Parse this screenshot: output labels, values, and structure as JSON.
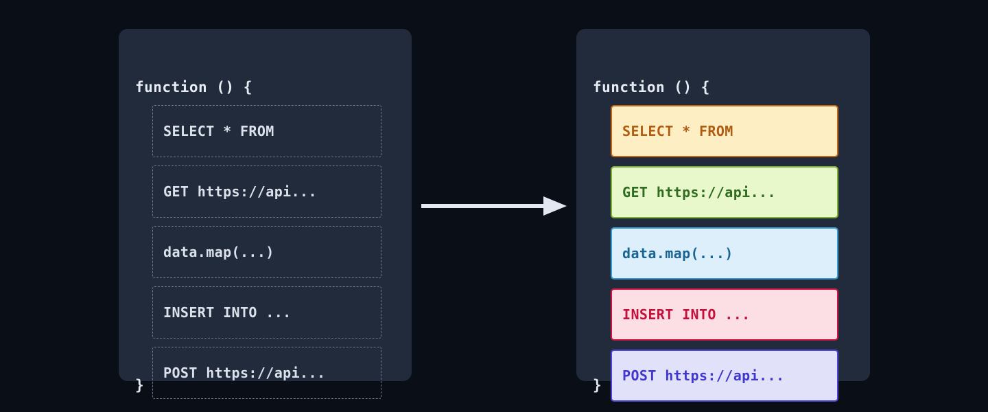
{
  "page": {
    "background": "#0a0e17",
    "panel_background": "#222b3b"
  },
  "before_panel": {
    "title": "function () {",
    "closing": "}",
    "statements": [
      {
        "label": "SELECT * FROM",
        "style": "dashed"
      },
      {
        "label": "GET https://api...",
        "style": "dashed"
      },
      {
        "label": "data.map(...)",
        "style": "dashed"
      },
      {
        "label": "INSERT INTO ...",
        "style": "dashed"
      },
      {
        "label": "POST https://api...",
        "style": "dashed"
      }
    ],
    "dash_border_color": "#6d7892",
    "text_color": "#dce2ec"
  },
  "after_panel": {
    "title": "function () {",
    "closing": "}",
    "statements": [
      {
        "label": "SELECT * FROM",
        "category": "sql-select",
        "fill": "#fdeec4",
        "border": "#c4661a",
        "text": "#b05d14"
      },
      {
        "label": "GET https://api...",
        "category": "http-get",
        "fill": "#e8f8cb",
        "border": "#7fae39",
        "text": "#2f6b21"
      },
      {
        "label": "data.map(...)",
        "category": "transform",
        "fill": "#ddeffb",
        "border": "#3b9ad4",
        "text": "#1a6494"
      },
      {
        "label": "INSERT INTO ...",
        "category": "sql-insert",
        "fill": "#fbdfe4",
        "border": "#d01543",
        "text": "#c3103c"
      },
      {
        "label": "POST https://api...",
        "category": "http-post",
        "fill": "#e1e1fa",
        "border": "#4f45d6",
        "text": "#4038cc"
      }
    ]
  },
  "arrow": {
    "name": "transformation-arrow",
    "color": "#e2e7f2",
    "direction": "right"
  }
}
